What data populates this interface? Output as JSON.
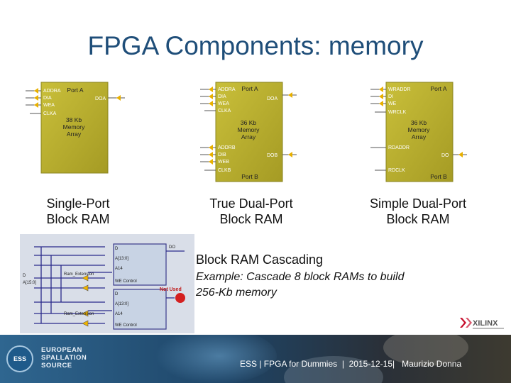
{
  "slide": {
    "title": "FPGA Components: memory"
  },
  "rams": [
    {
      "label_line1": "Single-Port",
      "label_line2": "Block RAM",
      "port_label": "Port A",
      "pins": [
        "ADDRA",
        "DIA",
        "WEA",
        "CLKA"
      ],
      "out_pin": "DOA",
      "array_text": [
        "38 Kb",
        "Memory",
        "Array"
      ]
    },
    {
      "label_line1": "True Dual-Port",
      "label_line2": "Block RAM",
      "port_a_label": "Port A",
      "port_b_label": "Port B",
      "pins_a": [
        "ADDRA",
        "DIA",
        "WEA",
        "CLKA"
      ],
      "pins_b": [
        "ADDRB",
        "DIB",
        "WEB",
        "CLKB"
      ],
      "out_a": "DOA",
      "out_b": "DOB",
      "array_text": [
        "36 Kb",
        "Memory",
        "Array"
      ]
    },
    {
      "label_line1": "Simple Dual-Port",
      "label_line2": "Block RAM",
      "port_a_label": "Port A",
      "port_b_label": "Port B",
      "pins_a": [
        "WRADDR",
        "DI",
        "WE",
        "WRCLK"
      ],
      "pins_b": [
        "RDADDR",
        "RDCLK"
      ],
      "out": "DO",
      "array_text": [
        "36 Kb",
        "Memory",
        "Array"
      ]
    }
  ],
  "cascade": {
    "title": "Block RAM Cascading",
    "example_line1": "Example: Cascade 8 block RAMs to build",
    "example_line2": "256-Kb memory",
    "not_used": "Not Used"
  },
  "branding": {
    "xilinx": "XILINX",
    "ess_lines": [
      "EUROPEAN",
      "SPALLATION",
      "SOURCE"
    ],
    "ess_badge": "ESS"
  },
  "footer": {
    "text": "ESS | FPGA for Dummies  |  2015-12-15|   Maurizio Donna"
  },
  "colors": {
    "title": "#1f4e79",
    "ram_fill": "#b7ad2c",
    "footer_bg": "#1b3a57"
  }
}
